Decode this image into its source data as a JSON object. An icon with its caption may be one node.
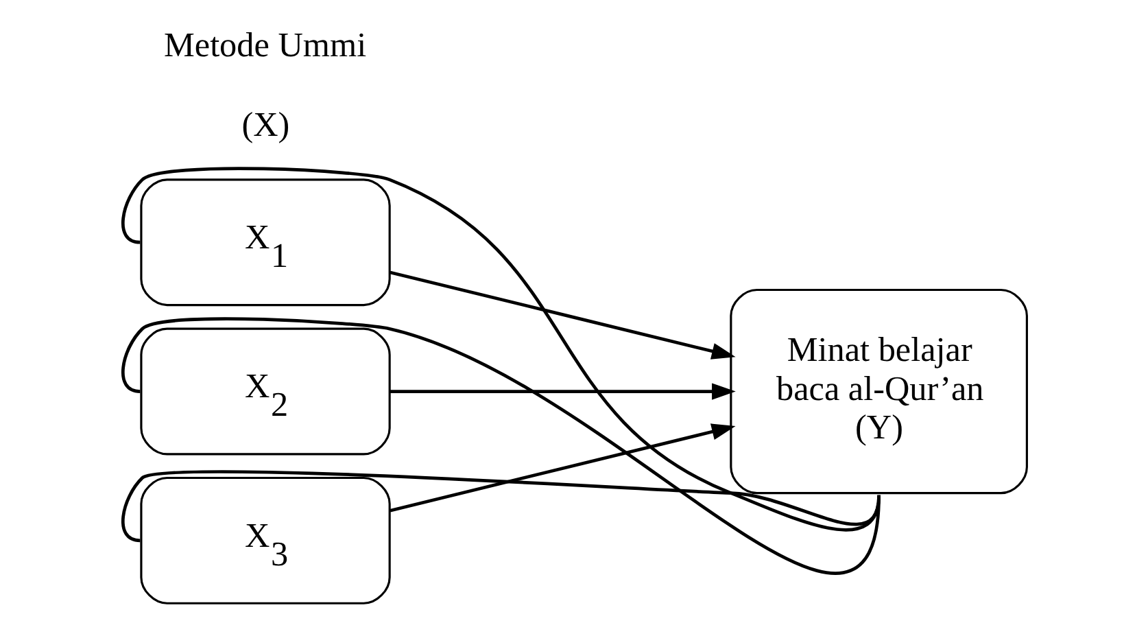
{
  "diagram": {
    "nodes": [
      {
        "text": [
          "X$_{1}$"
        ]
      },
      {
        "text": [
          "X$_{2}$"
        ]
      },
      {
        "text": [
          "X$_{3}$"
        ]
      },
      {
        "text": [
          "Minat belajar baca al-Qur’an (Y)"
        ]
      }
    ],
    "edges": [
      {
        "from": 0,
        "to": 3,
        "arrow": "to"
      },
      {
        "from": 1,
        "to": 3,
        "arrow": "to"
      },
      {
        "from": 2,
        "to": 3,
        "arrow": "to"
      },
      {
        "from": 0,
        "to": 3,
        "arrow": "none"
      },
      {
        "from": 1,
        "to": 3,
        "arrow": "none"
      },
      {
        "from": 2,
        "to": 3,
        "arrow": "none"
      }
    ],
    "labels": [
      "Metode Ummi",
      "(X)"
    ]
  }
}
